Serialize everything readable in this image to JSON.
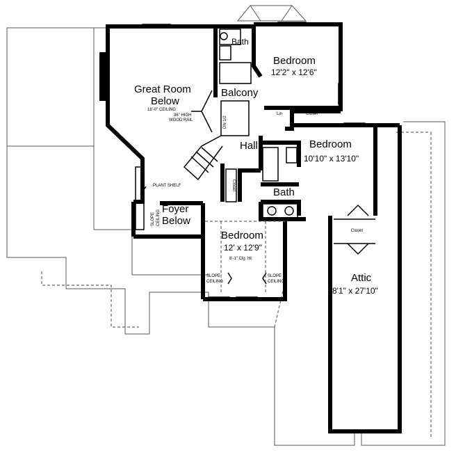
{
  "rooms": {
    "bath_top": {
      "name": "Bath"
    },
    "bedroom_1": {
      "name": "Bedroom",
      "size": "12'2\" x 12'6\""
    },
    "great_room": {
      "name_1": "Great Room",
      "name_2": "Below",
      "ceiling": "18'-0\" CEILING",
      "rail_1": "36\" HIGH",
      "rail_2": "WOOD RAIL"
    },
    "balcony": {
      "name": "Balcony",
      "stair": "DN 1/2"
    },
    "lin": {
      "name": "Lin"
    },
    "closet_1": {
      "name": "Closet"
    },
    "hall": {
      "name": "Hall"
    },
    "bedroom_2": {
      "name": "Bedroom",
      "size": "10'10\" x 13'10\""
    },
    "closet_hall": {
      "name": "Closet"
    },
    "bath_mid": {
      "name": "Bath"
    },
    "plant_shelf": {
      "name": "PLANT SHELF"
    },
    "foyer": {
      "name_1": "Foyer",
      "name_2": "Below",
      "slope_1": "SLOPE",
      "slope_2": "CEILING"
    },
    "bedroom_3": {
      "name": "Bedroom",
      "size": "12' x 12'9\"",
      "ceiling": "8'-1\" Clg. Ht.",
      "slope_left_1": "SLOPE",
      "slope_left_2": "CEILING",
      "slope_right_1": "SLOPE",
      "slope_right_2": "CEILING"
    },
    "closet_attic": {
      "name": "Closet"
    },
    "attic": {
      "name": "Attic",
      "size": "8'1\" x 27'10\""
    }
  }
}
